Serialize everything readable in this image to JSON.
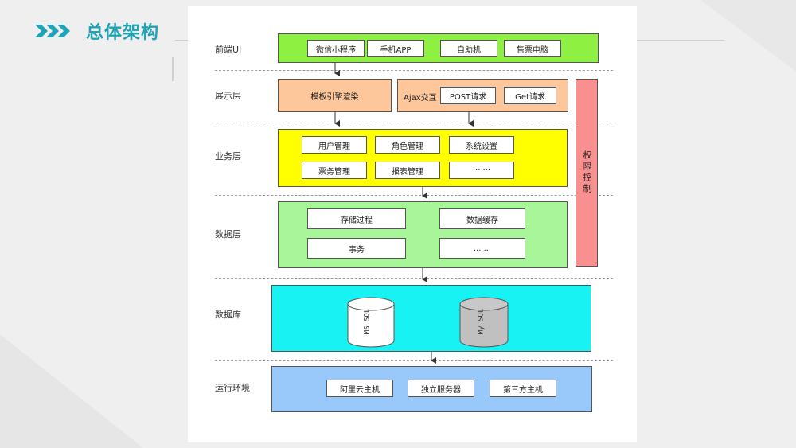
{
  "header": {
    "title": "总体架构"
  },
  "layers": {
    "frontend": {
      "label": "前端UI",
      "items": [
        "微信小程序",
        "手机APP",
        "自助机",
        "售票电脑"
      ]
    },
    "presentation": {
      "label": "展示层",
      "template": "模板引擎渲染",
      "ajax_label": "Ajax交互",
      "post": "POST请求",
      "get": "Get请求"
    },
    "business": {
      "label": "业务层",
      "items": [
        "用户管理",
        "角色管理",
        "系统设置",
        "票务管理",
        "报表管理",
        "··· ···"
      ]
    },
    "data": {
      "label": "数据层",
      "items": [
        "存储过程",
        "数据缓存",
        "事务",
        "... ..."
      ]
    },
    "database": {
      "label": "数据库",
      "db1": "MS SQL",
      "db2": "My SQL"
    },
    "runtime": {
      "label": "运行环境",
      "items": [
        "阿里云主机",
        "独立服务器",
        "第三方主机"
      ]
    }
  },
  "permission": {
    "label": "权限控制"
  },
  "colors": {
    "accent": "#1fa3b5",
    "frontend": "#8ef040",
    "presentation": "#fdc69b",
    "business": "#ffff00",
    "data": "#a8f59a",
    "database": "#19f2f2",
    "runtime": "#99c8fa",
    "permission": "#f98f8f"
  }
}
